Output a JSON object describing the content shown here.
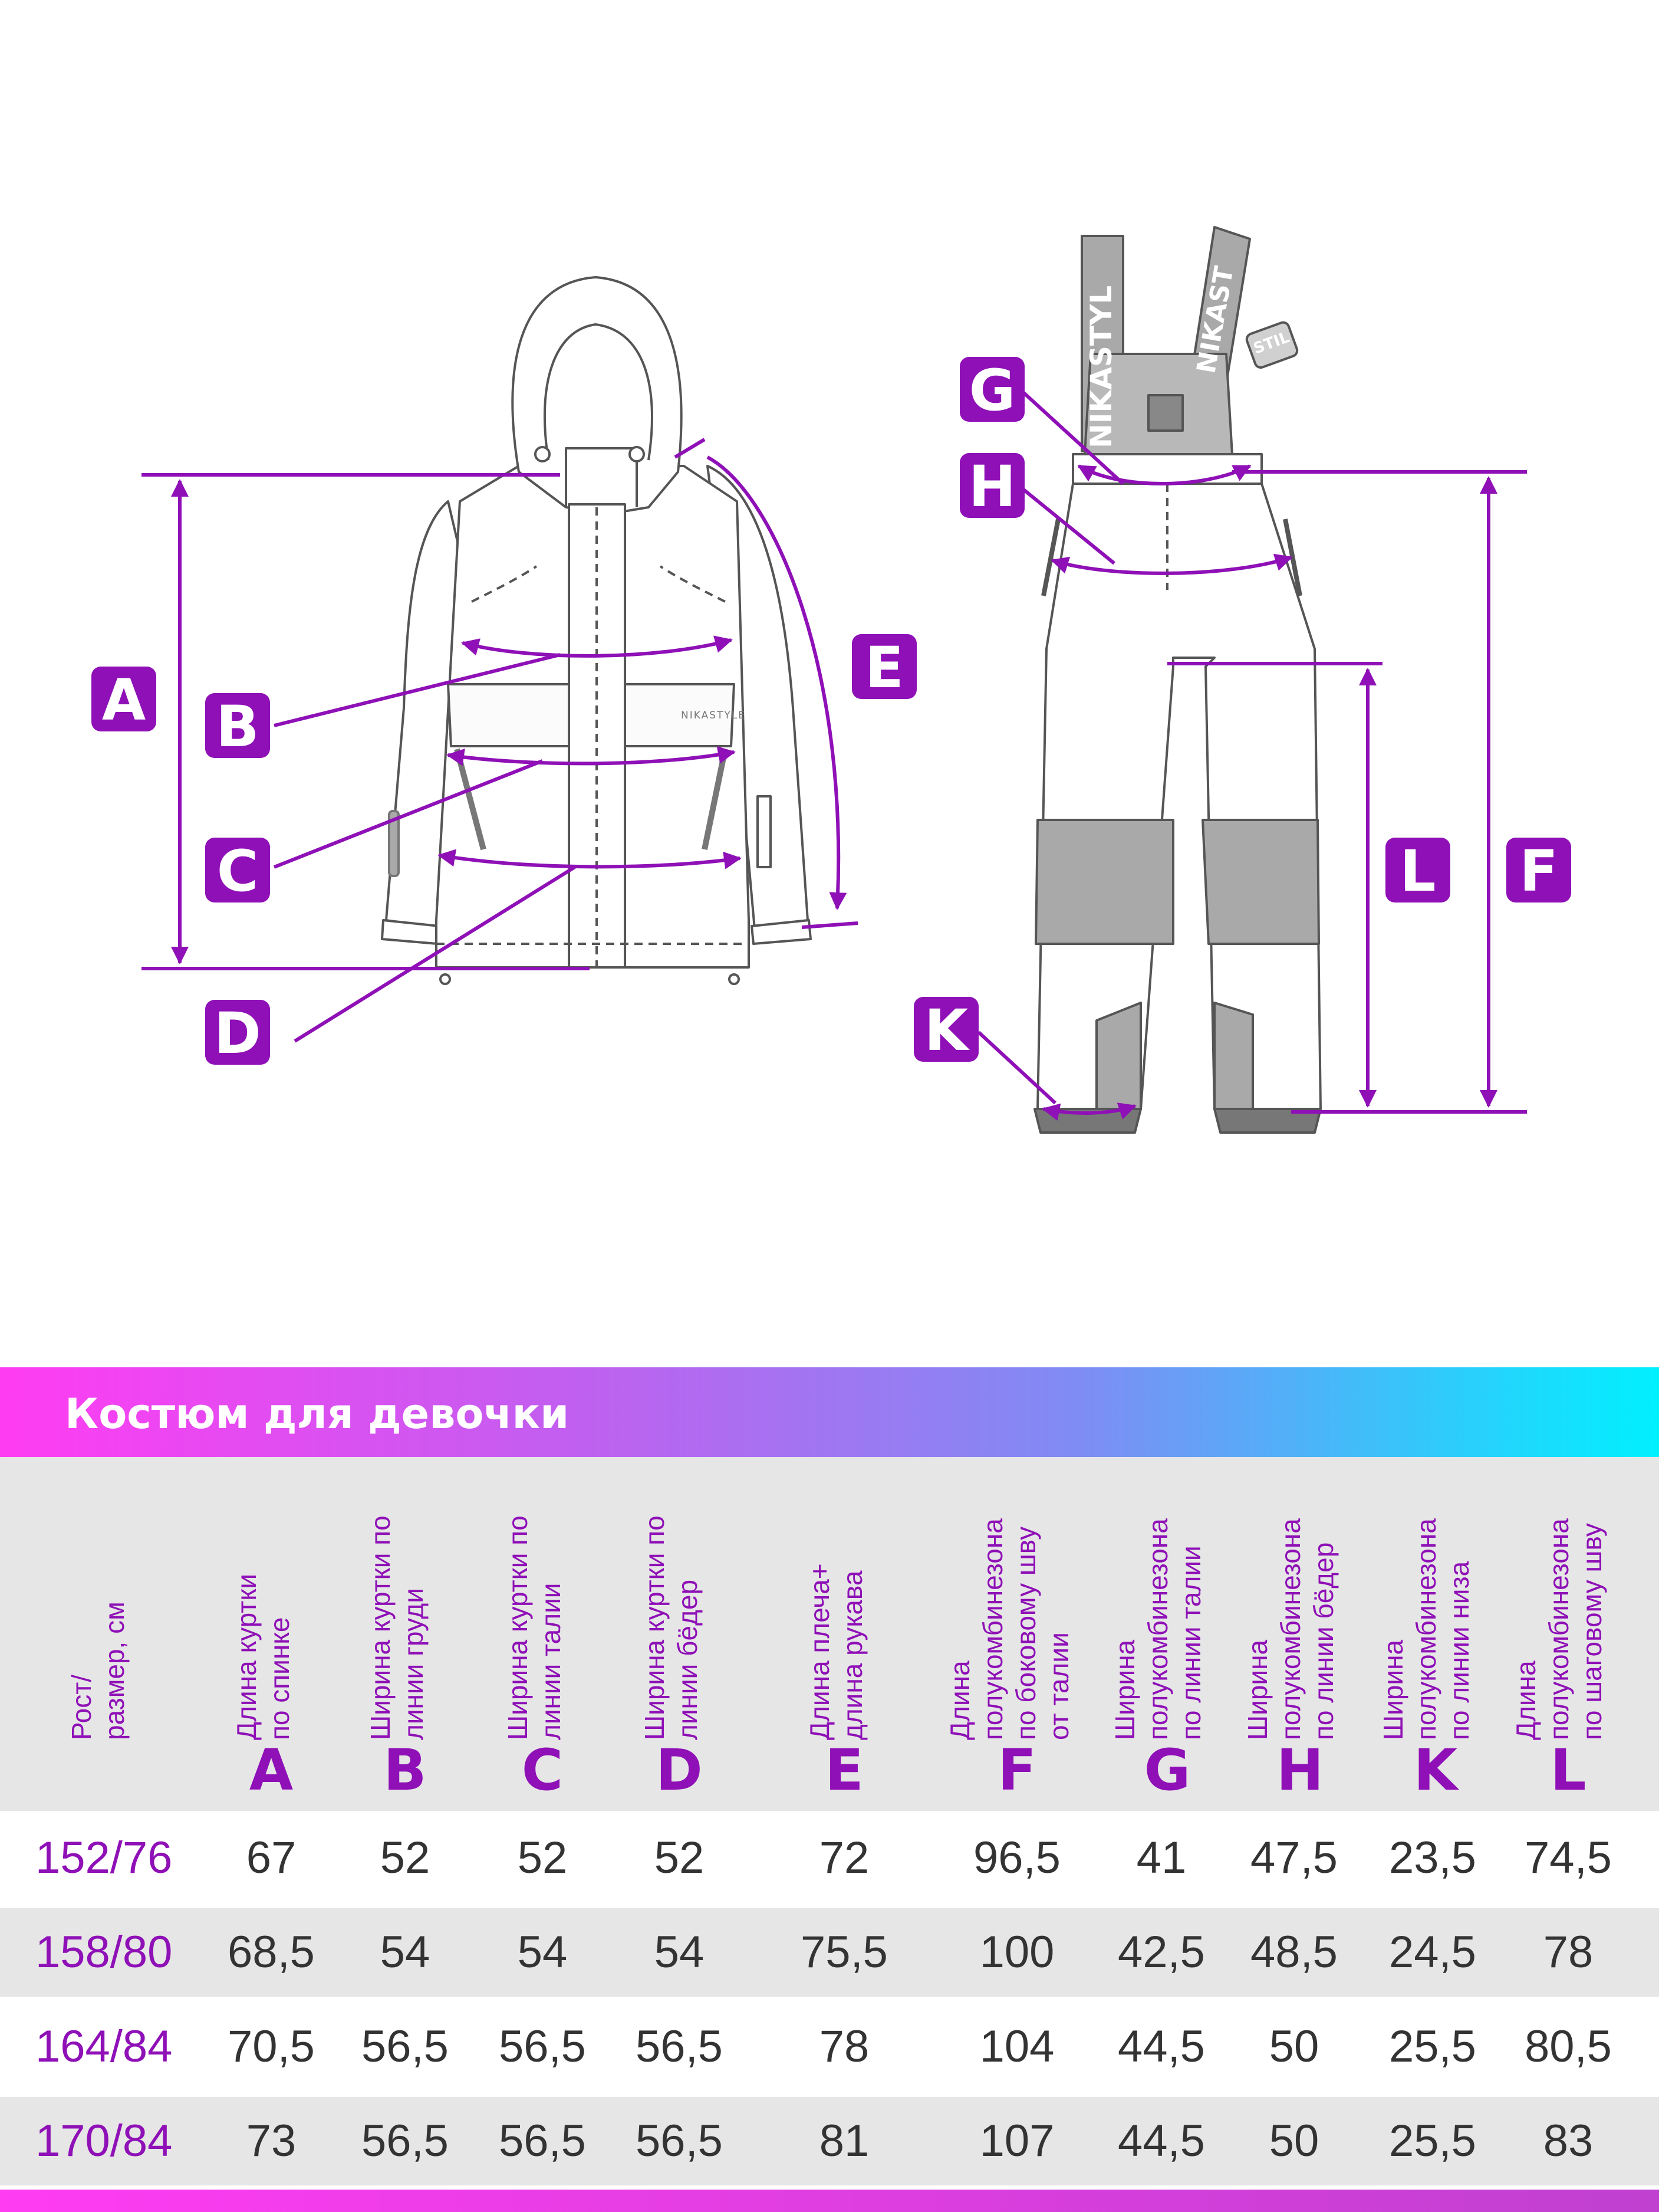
{
  "diagram": {
    "jacket_brand": "NIKASTYLE",
    "strap_left_text": "NIKASTYL",
    "strap_right_text": "NIKAST",
    "buckle_text": "STIL",
    "jacket_badges": [
      "A",
      "B",
      "C",
      "D",
      "E"
    ],
    "pants_badges": [
      "G",
      "H",
      "K",
      "L",
      "F"
    ],
    "colors": {
      "measure_line": "#8e10b6",
      "badge_fill": "#8e10b6",
      "outline": "#555555",
      "panel_gray": "#a9a9a9"
    }
  },
  "table": {
    "title": "Костюм для девочки",
    "size_header": "Рост/\nразмер, см",
    "columns": [
      {
        "letter": "A",
        "desc": "Длина куртки\nпо спинке"
      },
      {
        "letter": "B",
        "desc": "Ширина куртки по\nлинии груди"
      },
      {
        "letter": "C",
        "desc": "Ширина куртки по\nлинии талии"
      },
      {
        "letter": "D",
        "desc": "Ширина куртки по\nлинии бёдер"
      },
      {
        "letter": "E",
        "desc": "Длина плеча+\nдлина рукава"
      },
      {
        "letter": "F",
        "desc": "Длина\nполукомбинезона\nпо боковому шву\nот талии"
      },
      {
        "letter": "G",
        "desc": "Ширина\nполукомбинезона\nпо линии талии"
      },
      {
        "letter": "H",
        "desc": "Ширина\nполукомбинезона\nпо линии бёдер"
      },
      {
        "letter": "K",
        "desc": "Ширина\nполукомбинезона\nпо линии низа"
      },
      {
        "letter": "L",
        "desc": "Длина\nполукомбинезона\nпо шаговому шву"
      }
    ],
    "rows": [
      {
        "size": "152/76",
        "values": [
          "67",
          "52",
          "52",
          "52",
          "72",
          "96,5",
          "41",
          "47,5",
          "23,5",
          "74,5"
        ]
      },
      {
        "size": "158/80",
        "values": [
          "68,5",
          "54",
          "54",
          "54",
          "75,5",
          "100",
          "42,5",
          "48,5",
          "24,5",
          "78"
        ]
      },
      {
        "size": "164/84",
        "values": [
          "70,5",
          "56,5",
          "56,5",
          "56,5",
          "78",
          "104",
          "44,5",
          "50",
          "25,5",
          "80,5"
        ]
      },
      {
        "size": "170/84",
        "values": [
          "73",
          "56,5",
          "56,5",
          "56,5",
          "81",
          "107",
          "44,5",
          "50",
          "25,5",
          "83"
        ]
      }
    ]
  }
}
